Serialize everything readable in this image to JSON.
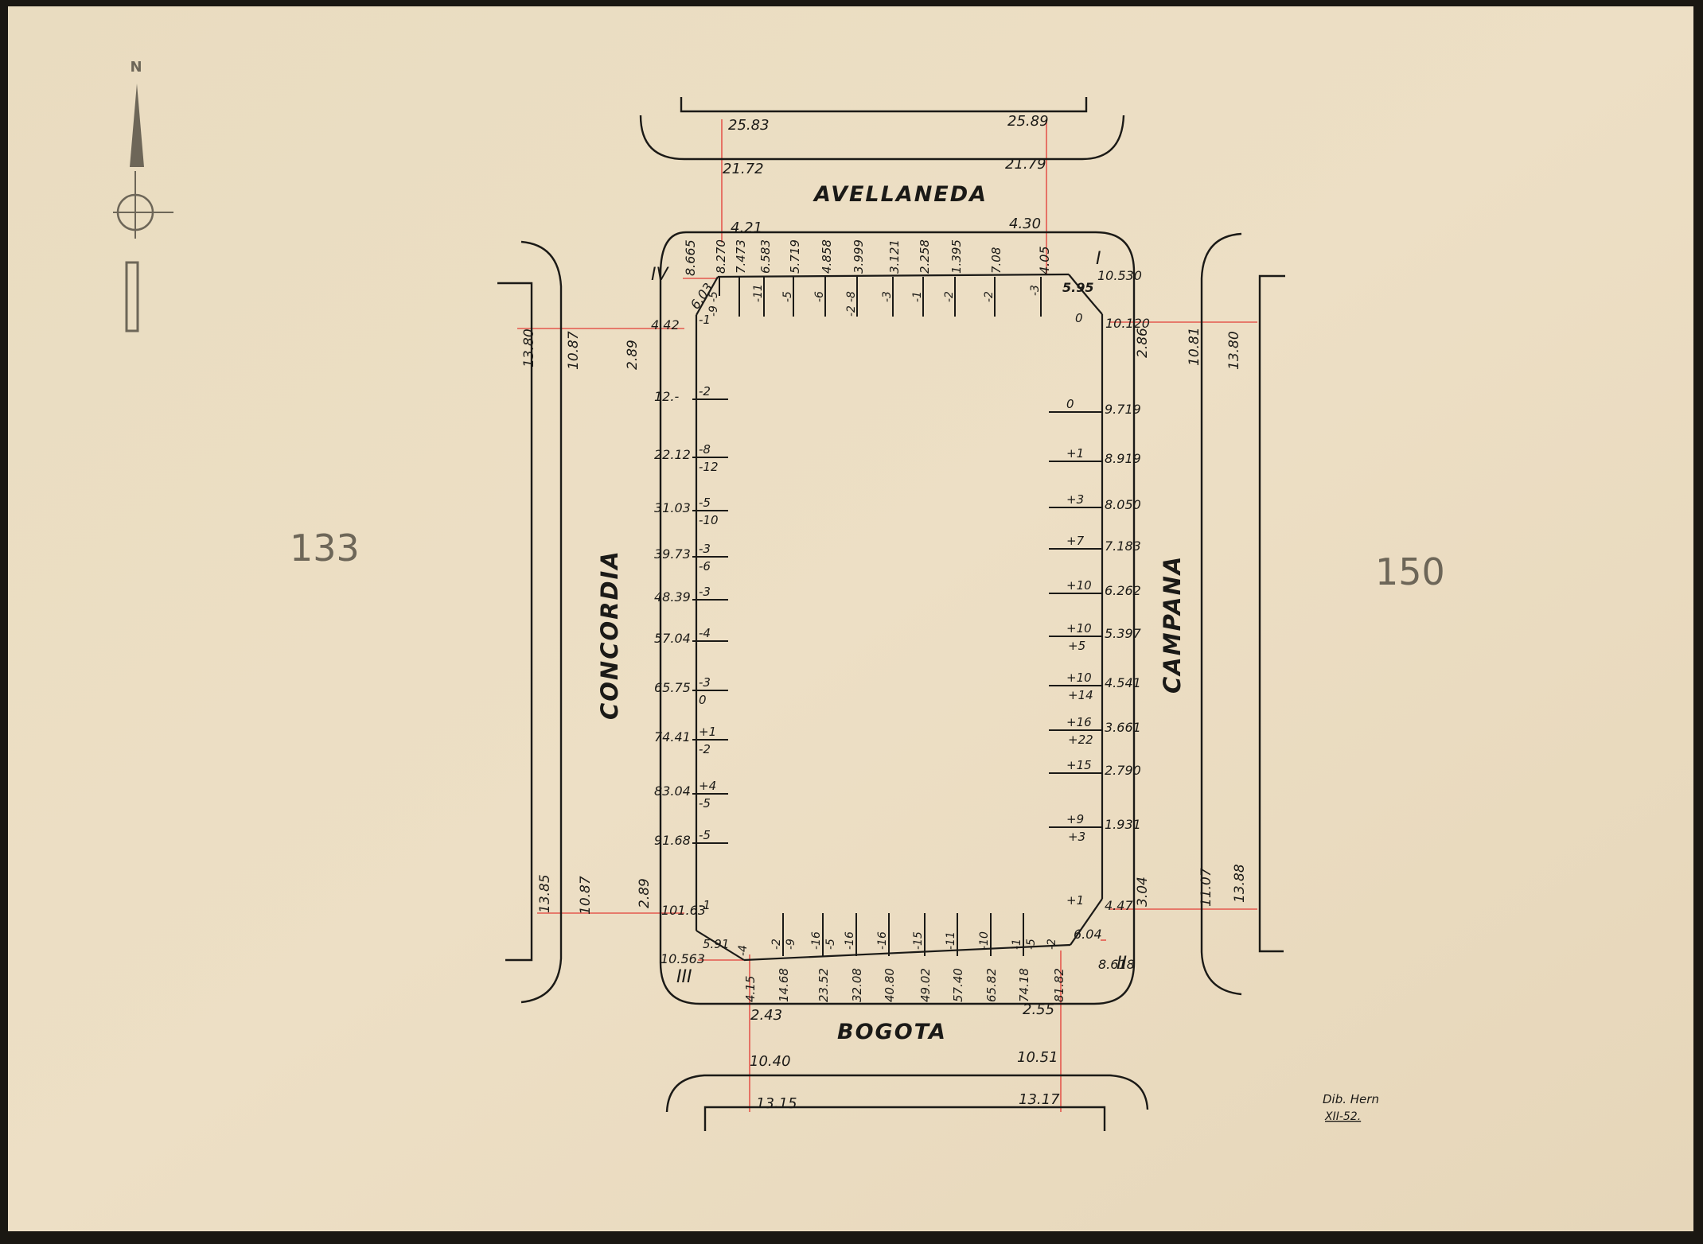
{
  "streets": {
    "north": "AVELLANEDA",
    "south": "BOGOTA",
    "west": "CONCORDIA",
    "east": "CAMPANA"
  },
  "block_numbers": {
    "west": "133",
    "east": "150"
  },
  "corners": {
    "ne": "I",
    "se": "II",
    "sw": "III",
    "nw": "IV"
  },
  "compass": {
    "label": "N"
  },
  "signature": {
    "name": "Dib. Hern",
    "date": "XII-52."
  },
  "north_side": {
    "outer_left": "25.83",
    "outer_right": "25.89",
    "curb_left": "21.72",
    "curb_right": "21.79",
    "width_left": "4.21",
    "width_right": "4.30",
    "corner_nw": "8.665",
    "corner_ne_dist": "4.05",
    "stations": [
      {
        "dist": "8.270",
        "top": "-5",
        "bot": "-9"
      },
      {
        "dist": "7.473",
        "top": "",
        "bot": ""
      },
      {
        "dist": "6.583",
        "top": "-11",
        "bot": ""
      },
      {
        "dist": "5.719",
        "top": "-5",
        "bot": ""
      },
      {
        "dist": "4.858",
        "top": "-6",
        "bot": ""
      },
      {
        "dist": "3.999",
        "top": "-8",
        "bot": "-2"
      },
      {
        "dist": "3.121",
        "top": "-3",
        "bot": ""
      },
      {
        "dist": "2.258",
        "top": "-1",
        "bot": ""
      },
      {
        "dist": "1.395",
        "top": "-2",
        "bot": ""
      },
      {
        "dist": "7.08",
        "top": "-2",
        "bot": ""
      },
      {
        "dist": "",
        "top": "-3",
        "bot": ""
      }
    ]
  },
  "east_side": {
    "outer_top": "13.80",
    "mid_top": "10.81",
    "curb_top": "2.86",
    "outer_bottom": "13.88",
    "mid_bottom": "11.07",
    "curb_bottom": "3.04",
    "corner_ne": "10.530",
    "chamfer_ne": "5.95",
    "corner_se": "8.618",
    "chamfer_se": "6.04",
    "stations": [
      {
        "dist": "10.120",
        "top": "0",
        "bot": ""
      },
      {
        "dist": "9.719",
        "top": "0",
        "bot": ""
      },
      {
        "dist": "8.919",
        "top": "+1",
        "bot": ""
      },
      {
        "dist": "8.050",
        "top": "+3",
        "bot": ""
      },
      {
        "dist": "7.183",
        "top": "+7",
        "bot": ""
      },
      {
        "dist": "6.262",
        "top": "+10",
        "bot": ""
      },
      {
        "dist": "5.397",
        "top": "+10",
        "bot": "+5"
      },
      {
        "dist": "4.541",
        "top": "+10",
        "bot": "+14"
      },
      {
        "dist": "3.661",
        "top": "+16",
        "bot": "+22"
      },
      {
        "dist": "2.790",
        "top": "+15",
        "bot": ""
      },
      {
        "dist": "1.931",
        "top": "+9",
        "bot": "+3"
      },
      {
        "dist": "4.47",
        "top": "+1",
        "bot": ""
      }
    ]
  },
  "west_side": {
    "outer_top": "13.80",
    "mid_top": "10.87",
    "curb_top": "2.89",
    "outer_bottom": "13.85",
    "mid_bottom": "10.87",
    "curb_bottom": "2.89",
    "chamfer_nw": "6.03",
    "corner_sw": "10.563",
    "chamfer_sw": "5.91",
    "stations": [
      {
        "dist": "4.42",
        "top": "-1",
        "bot": ""
      },
      {
        "dist": "12.-",
        "top": "-2",
        "bot": ""
      },
      {
        "dist": "22.12",
        "top": "-8",
        "bot": "-12"
      },
      {
        "dist": "31.03",
        "top": "-5",
        "bot": "-10"
      },
      {
        "dist": "39.73",
        "top": "-3",
        "bot": "-6"
      },
      {
        "dist": "48.39",
        "top": "-3",
        "bot": ""
      },
      {
        "dist": "57.04",
        "top": "-4",
        "bot": ""
      },
      {
        "dist": "65.75",
        "top": "-3",
        "bot": "0"
      },
      {
        "dist": "74.41",
        "top": "+1",
        "bot": "-2"
      },
      {
        "dist": "83.04",
        "top": "+4",
        "bot": "-5"
      },
      {
        "dist": "91.68",
        "top": "-5",
        "bot": ""
      },
      {
        "dist": "101.63",
        "top": "-1",
        "bot": ""
      }
    ]
  },
  "south_side": {
    "outer_left": "13.15",
    "outer_right": "13.17",
    "curb_left": "10.40",
    "curb_right": "10.51",
    "width_left": "2.43",
    "width_right": "2.55",
    "stations": [
      {
        "dist": "4.15",
        "top": "-4",
        "bot": ""
      },
      {
        "dist": "14.68",
        "top": "-2",
        "bot": "-9"
      },
      {
        "dist": "23.52",
        "top": "-16",
        "bot": "-5"
      },
      {
        "dist": "32.08",
        "top": "-16",
        "bot": ""
      },
      {
        "dist": "40.80",
        "top": "-16",
        "bot": ""
      },
      {
        "dist": "49.02",
        "top": "-15",
        "bot": ""
      },
      {
        "dist": "57.40",
        "top": "-11",
        "bot": ""
      },
      {
        "dist": "65.82",
        "top": "-10",
        "bot": ""
      },
      {
        "dist": "74.18",
        "top": "-1",
        "bot": "-5"
      },
      {
        "dist": "81.82",
        "top": "-2",
        "bot": ""
      }
    ]
  },
  "colors": {
    "paper": "#ecdfc4",
    "ink": "#1b1a17",
    "survey_line": "#e4584e",
    "pencil": "#6d6658"
  }
}
